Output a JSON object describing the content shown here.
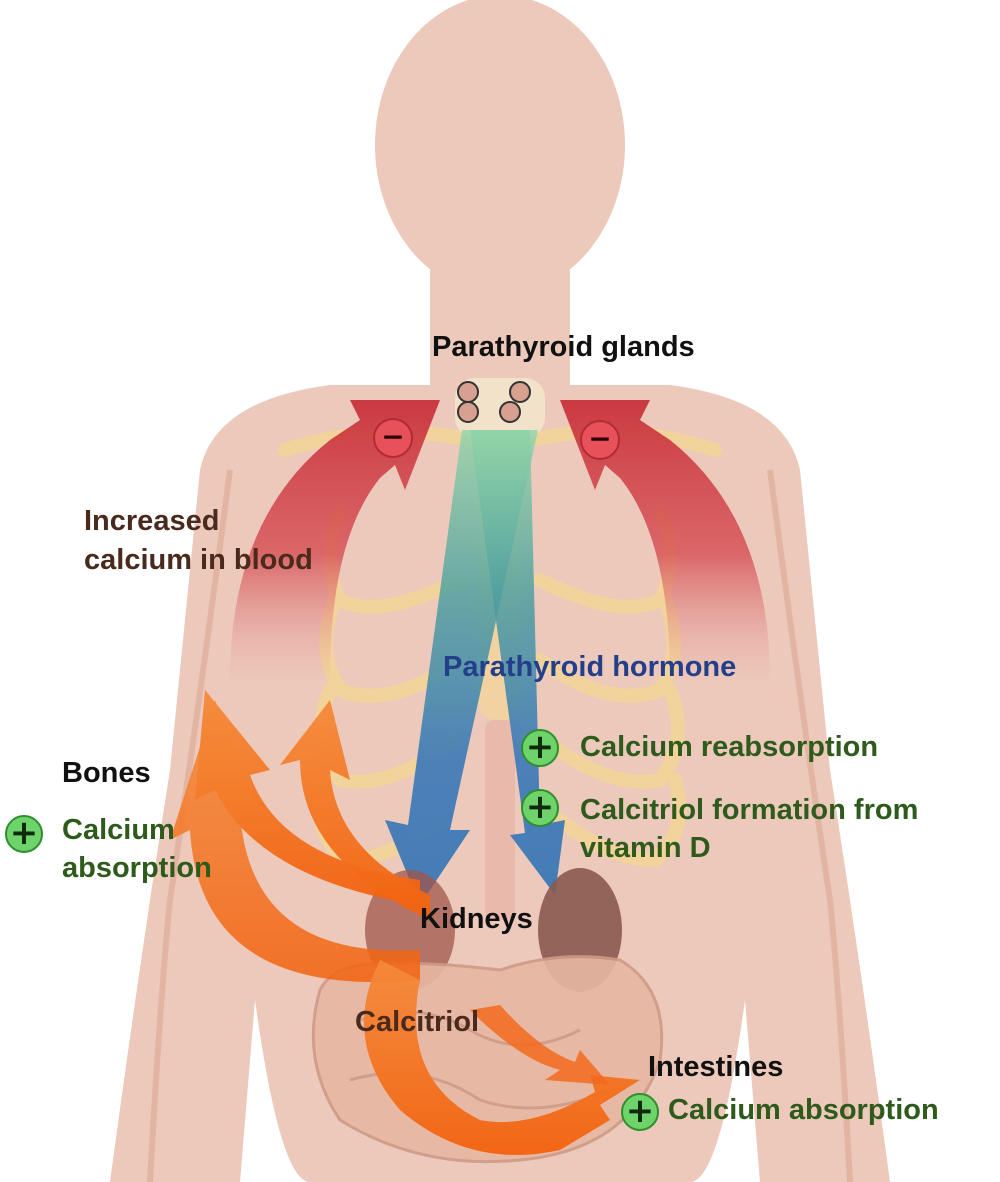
{
  "labels": {
    "parathyroid_glands": "Parathyroid glands",
    "increased_calcium_line1": "Increased",
    "increased_calcium_line2": "calcium in blood",
    "parathyroid_hormone": "Parathyroid hormone",
    "calcium_reabsorption": "Calcium reabsorption",
    "calcitriol_formation_line1": "Calcitriol formation from",
    "calcitriol_formation_line2": "vitamin D",
    "bones": "Bones",
    "bones_absorption_line1": "Calcium",
    "bones_absorption_line2": "absorption",
    "kidneys": "Kidneys",
    "calcitriol": "Calcitriol",
    "intestines": "Intestines",
    "intestines_absorption": "Calcium absorption"
  },
  "signs": {
    "positive": "+",
    "negative": "−"
  },
  "colors": {
    "body": "#ecc9bb",
    "feedback_red": "#c8323a",
    "hormone_blue": "#3b78b7",
    "calcitriol_orange": "#f26a1d",
    "positive_green": "#6fd36c",
    "effect_text_green": "#2e5a1c",
    "hormone_text_blue": "#243f8a",
    "blood_text_brown": "#4a2a1c",
    "label_black": "#111111"
  }
}
